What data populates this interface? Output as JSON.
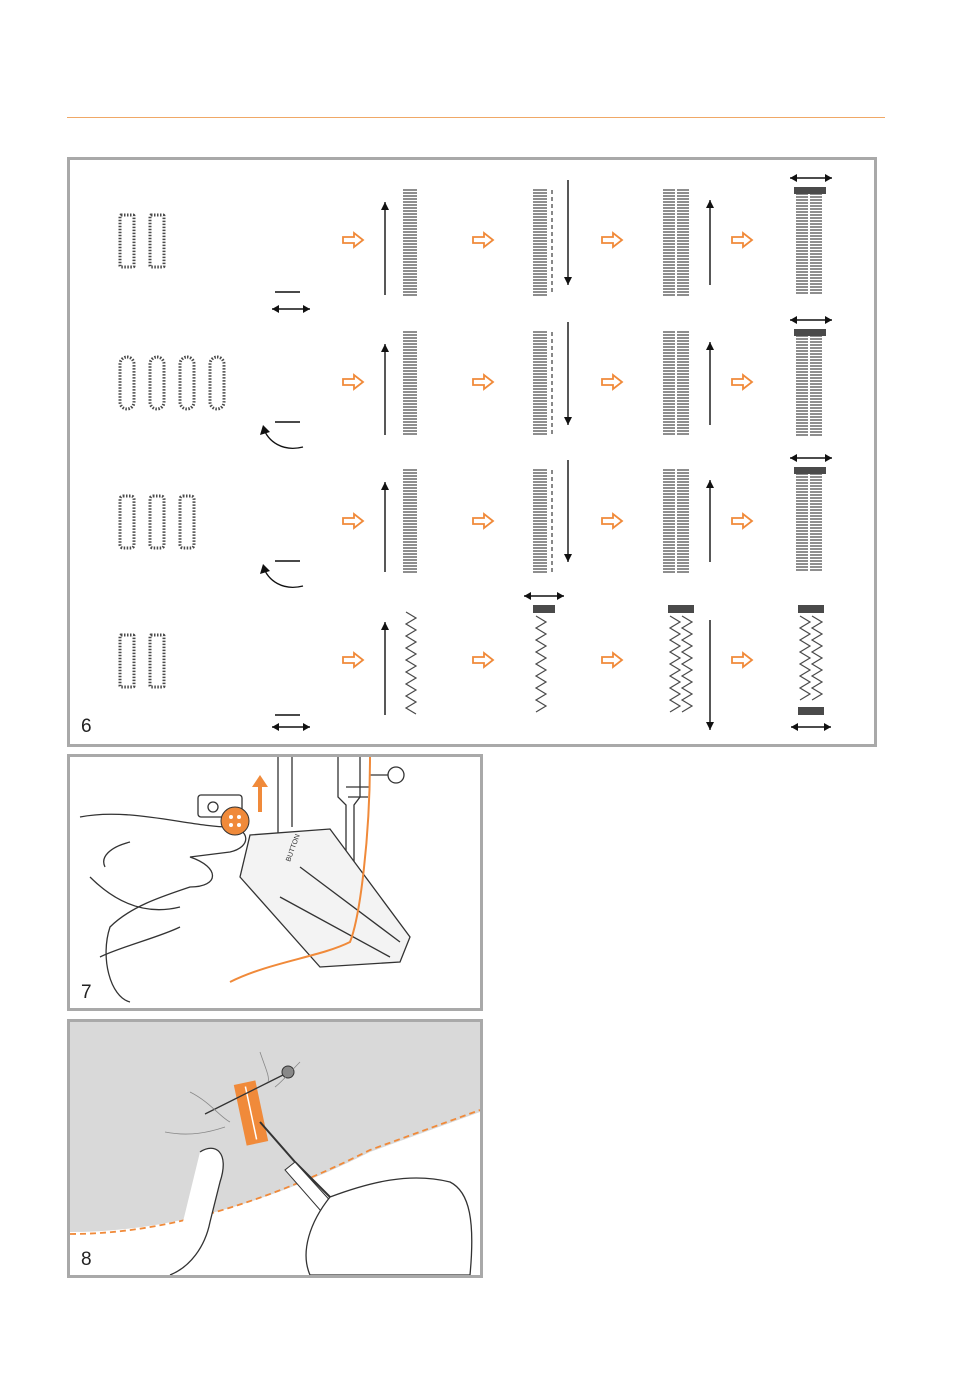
{
  "figures": [
    {
      "number": "6"
    },
    {
      "number": "7"
    },
    {
      "number": "8"
    }
  ],
  "presser_foot_label": "BUTTON",
  "colors": {
    "accent": "#f08a3a",
    "rule": "#f0a866",
    "frame": "#a9a9a9",
    "stitch": "#4a4a4a",
    "fabric": "#d9d9d9"
  },
  "icons": {
    "step_arrow": "orange-outline-right-arrow",
    "direction_arrow": "black-double-headed-arrow",
    "sew_direction": "black-vertical-arrow",
    "pivot": "curved-arrow"
  }
}
